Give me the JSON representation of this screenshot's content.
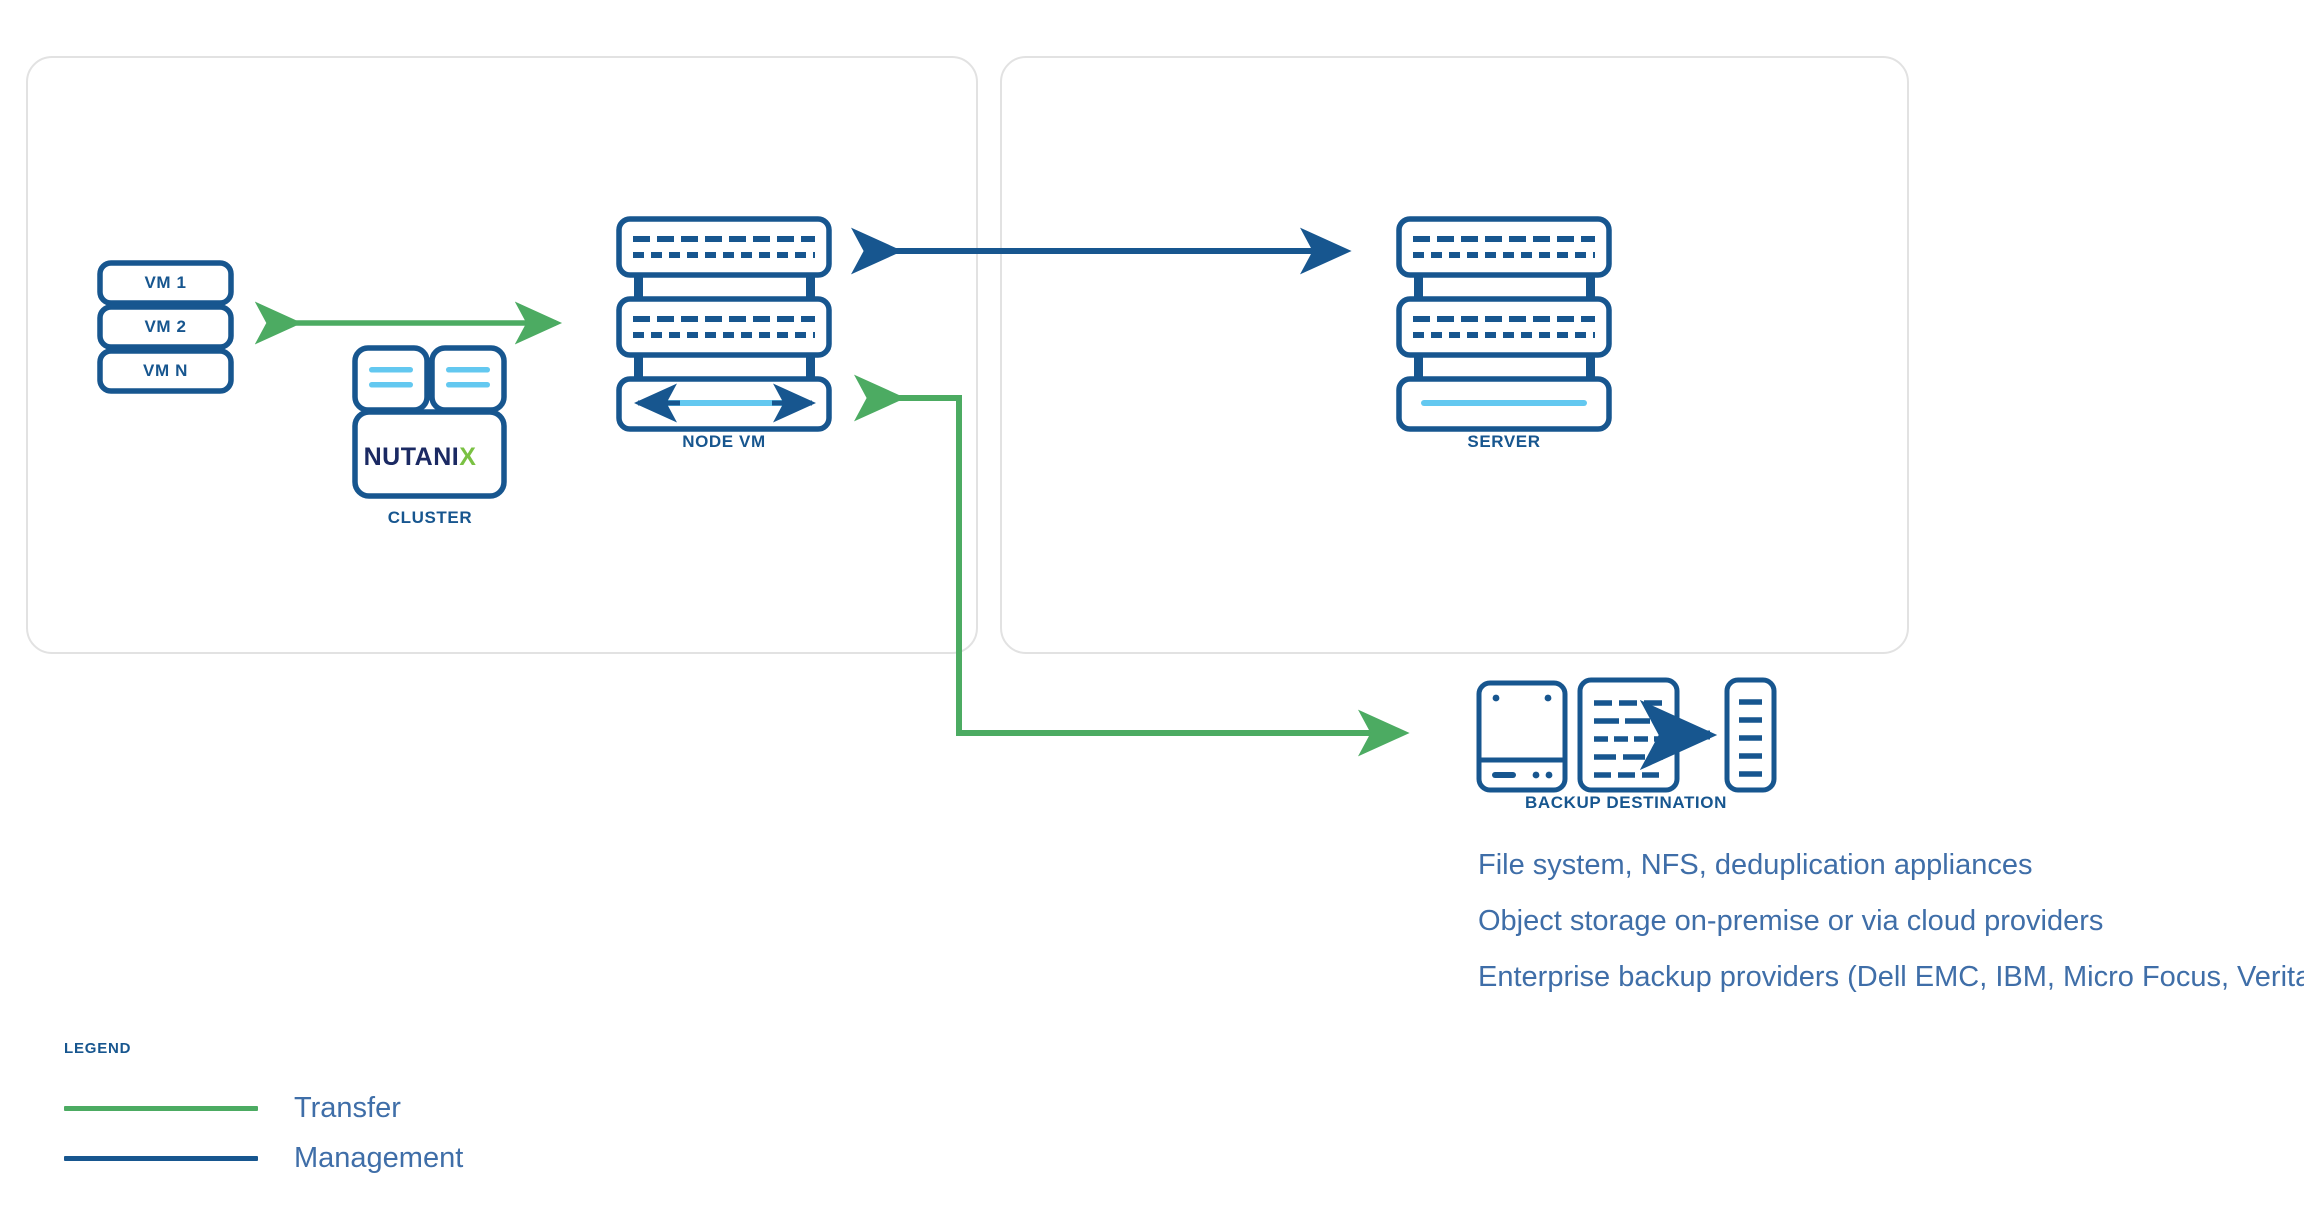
{
  "colors": {
    "navy": "#17568f",
    "navy_dark": "#114a7e",
    "green": "#4cab62",
    "light_blue": "#63c8f0",
    "panel_border": "#e2e2e2",
    "body_text": "#3f6ea8",
    "logo_navy": "#1b2a63",
    "logo_green": "#7ac143"
  },
  "panels": {
    "left": {
      "name": "source-environment-panel"
    },
    "right": {
      "name": "target-environment-panel"
    }
  },
  "nodes": {
    "vm_stack": {
      "items": [
        "VM 1",
        "VM 2",
        "VM N"
      ]
    },
    "cluster": {
      "label": "CLUSTER",
      "logo_text_dark": "NUTANI",
      "logo_text_accent": "X"
    },
    "node_vm": {
      "label": "NODE VM"
    },
    "server": {
      "label": "SERVER"
    },
    "backup_destination": {
      "label": "BACKUP DESTINATION"
    }
  },
  "connections": {
    "vm_to_cluster": {
      "name": "transfer-arrow-vm-cluster",
      "type": "Transfer",
      "direction": "bidirectional"
    },
    "nodevm_to_server": {
      "name": "management-arrow-nodevm-server",
      "type": "Management",
      "direction": "bidirectional"
    },
    "nodevm_to_backup": {
      "name": "transfer-path-nodevm-backup",
      "type": "Transfer",
      "direction": "bidirectional"
    }
  },
  "descriptions": [
    "File system, NFS, deduplication appliances",
    "Object storage on-premise or via cloud providers",
    "Enterprise backup providers (Dell EMC, IBM, Micro Focus, Veritas)"
  ],
  "legend": {
    "title": "LEGEND",
    "items": [
      {
        "label": "Transfer",
        "color": "#4cab62"
      },
      {
        "label": "Management",
        "color": "#17568f"
      }
    ]
  }
}
